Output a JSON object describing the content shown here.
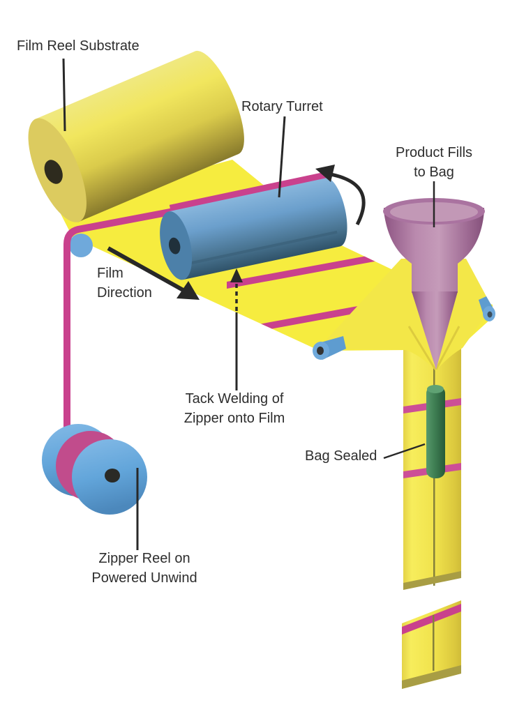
{
  "diagram": {
    "type": "process-diagram",
    "subject": "zipper application and vertical form-fill-seal packaging line"
  },
  "labels": {
    "film_reel": "Film Reel Substrate",
    "rotary_turret": "Rotary Turret",
    "product_fills": "Product Fills\nto Bag",
    "film_direction": "Film\nDirection",
    "tack_welding": "Tack Welding of\nZipper onto Film",
    "bag_sealed": "Bag Sealed",
    "zipper_reel": "Zipper Reel on\nPowered Unwind"
  },
  "palette": {
    "film_yellow": "#F6EC3F",
    "reel_yellow_dark": "#A89838",
    "zipper_magenta": "#C9418D",
    "turret_blue": "#6B9FCC",
    "roller_blue": "#66A7DA",
    "funnel_mauve": "#B583AA",
    "seal_green": "#3F7E53",
    "seal_olive": "#A89D44",
    "arrow_black": "#282828",
    "text": "#2D2D2D",
    "background": "#FFFFFF"
  }
}
